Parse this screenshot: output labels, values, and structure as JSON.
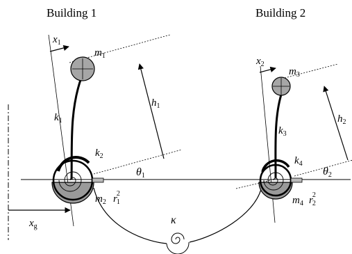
{
  "titles": {
    "building1": "Building 1",
    "building2": "Building 2"
  },
  "labels": {
    "x1": "x",
    "x1_sub": "1",
    "m1": "m",
    "m1_sub": "1",
    "h1": "h",
    "h1_sub": "1",
    "k1": "k",
    "k1_sub": "1",
    "k2": "k",
    "k2_sub": "2",
    "theta1": "θ",
    "theta1_sub": "1",
    "m2": "m",
    "m2_sub": "2",
    "r1": "r",
    "r1_sub": "1",
    "r1_sup": "2",
    "xg": "x",
    "xg_sub": "g",
    "kappa": "κ",
    "x2": "x",
    "x2_sub": "2",
    "m3": "m",
    "m3_sub": "3",
    "h2": "h",
    "h2_sub": "2",
    "k3": "k",
    "k3_sub": "3",
    "k4": "k",
    "k4_sub": "4",
    "theta2": "θ",
    "theta2_sub": "2",
    "m4": "m",
    "m4_sub": "4",
    "r2": "r",
    "r2_sub": "2",
    "r2_sup": "2"
  },
  "colors": {
    "ink": "#000000",
    "mass_fill": "#a6a6a6",
    "base_fill": "#9a9a9a"
  }
}
